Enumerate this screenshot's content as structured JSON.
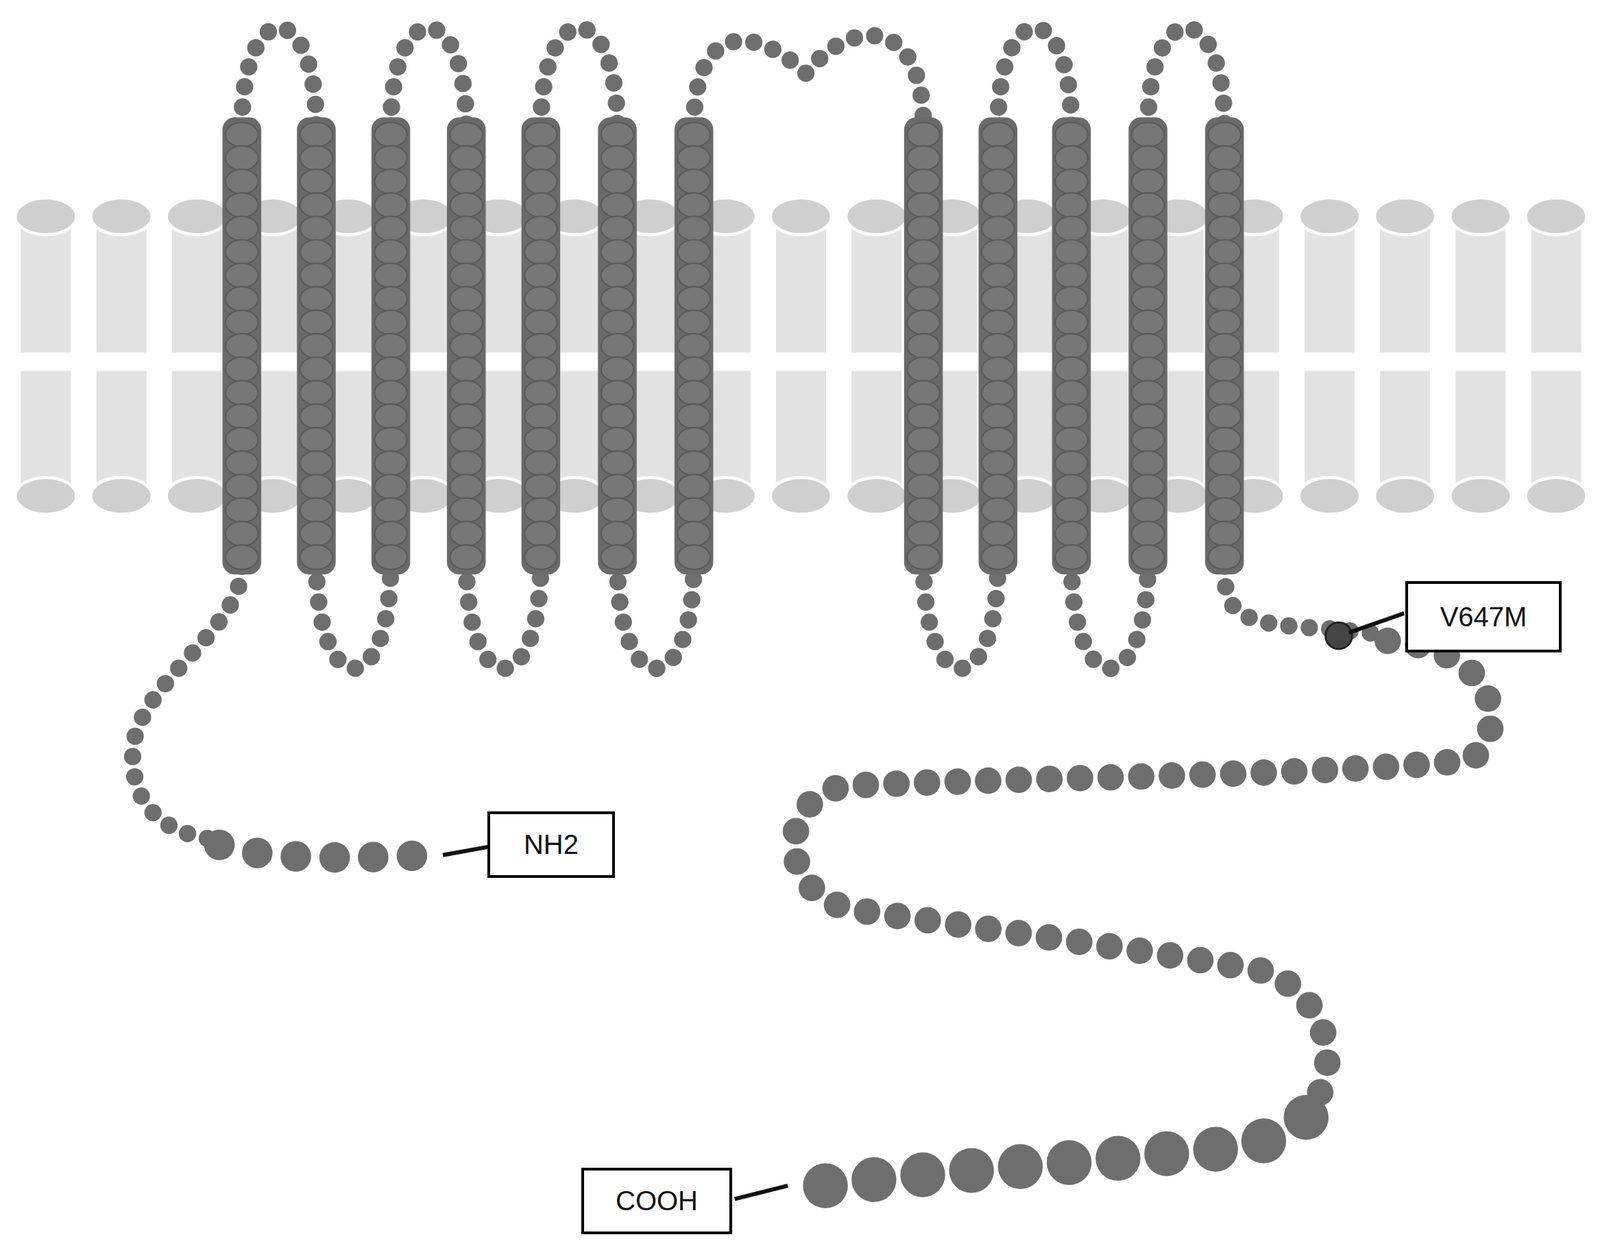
{
  "diagram": {
    "nodes": [
      {
        "text": [
          "V647M"
        ]
      },
      {
        "text": [
          "NH2"
        ]
      },
      {
        "text": [
          "COOH"
        ]
      }
    ]
  }
}
